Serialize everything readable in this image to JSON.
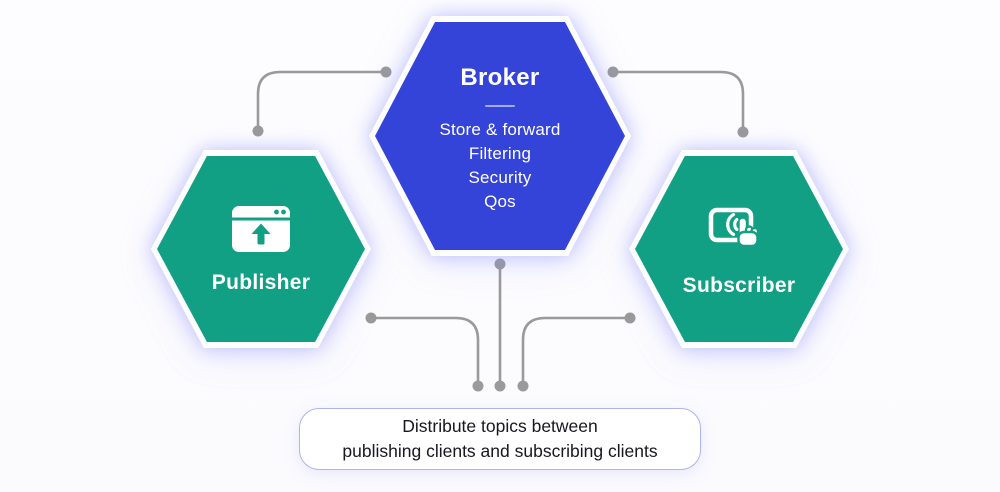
{
  "colors": {
    "broker_blue": "#3444d8",
    "client_teal": "#12a085",
    "connector_gray": "#9a9a9a",
    "note_border": "#aeb5ef",
    "text_dark": "#17171f"
  },
  "broker": {
    "title": "Broker",
    "features": [
      "Store & forward",
      "Filtering",
      "Security",
      "Qos"
    ]
  },
  "publisher": {
    "label": "Publisher",
    "icon": "browser-upload-icon"
  },
  "subscriber": {
    "label": "Subscriber",
    "icon": "tap-gesture-icon"
  },
  "note": {
    "line1": "Distribute topics between",
    "line2": "publishing clients and subscribing clients"
  }
}
